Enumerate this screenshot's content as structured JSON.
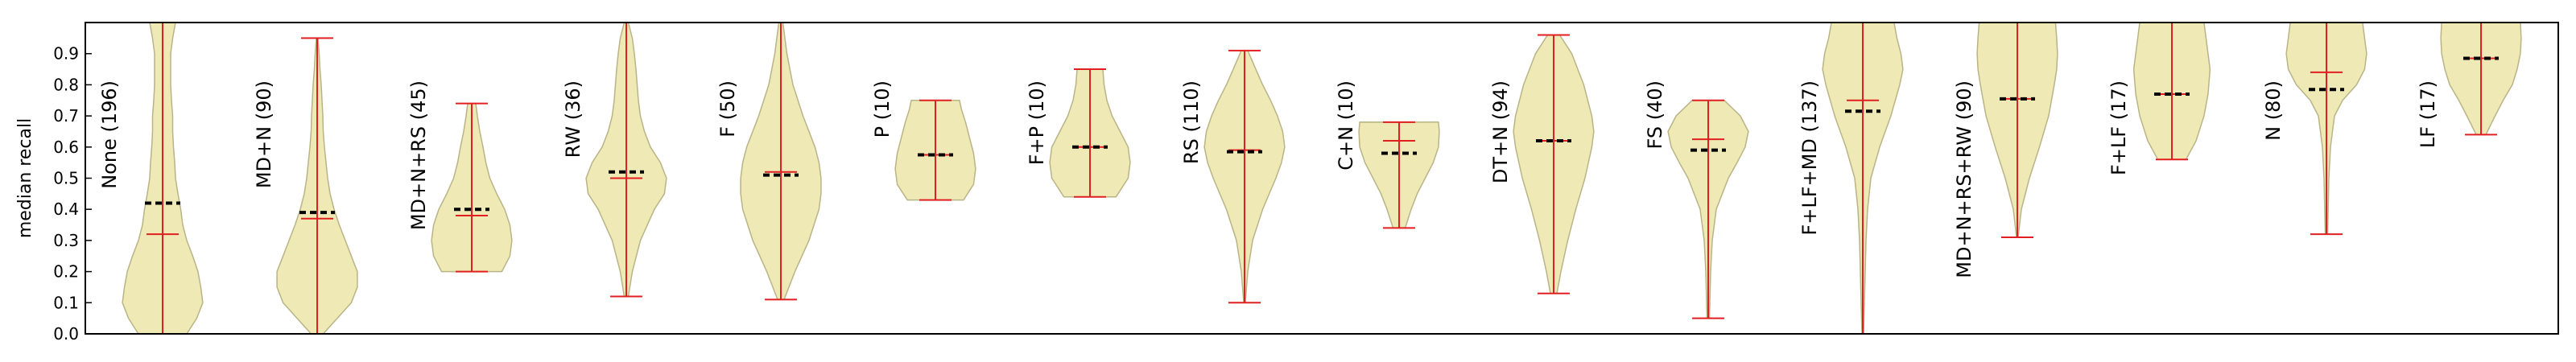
{
  "chart_data": {
    "type": "violin",
    "title": "",
    "ylabel": "median recall",
    "xlabel": "",
    "ylim": [
      0.0,
      1.0
    ],
    "yticks": [
      "0.0",
      "0.1",
      "0.2",
      "0.3",
      "0.4",
      "0.5",
      "0.6",
      "0.7",
      "0.8",
      "0.9"
    ],
    "grid": false,
    "colors": {
      "body": "#efeab5",
      "body_edge": "#b8b487",
      "whisker": "#e02020",
      "median_marker": "#000000",
      "frame": "#000000"
    },
    "categories": [
      {
        "label": "None (196)",
        "min": 0.0,
        "max": 1.0,
        "mean": 0.32,
        "median": 0.42,
        "profile": [
          [
            0.0,
            0.6
          ],
          [
            0.05,
            0.85
          ],
          [
            0.1,
            1.0
          ],
          [
            0.15,
            0.95
          ],
          [
            0.2,
            0.88
          ],
          [
            0.25,
            0.75
          ],
          [
            0.3,
            0.6
          ],
          [
            0.35,
            0.5
          ],
          [
            0.4,
            0.45
          ],
          [
            0.45,
            0.38
          ],
          [
            0.5,
            0.32
          ],
          [
            0.55,
            0.3
          ],
          [
            0.6,
            0.27
          ],
          [
            0.65,
            0.25
          ],
          [
            0.7,
            0.25
          ],
          [
            0.75,
            0.22
          ],
          [
            0.8,
            0.2
          ],
          [
            0.85,
            0.2
          ],
          [
            0.9,
            0.2
          ],
          [
            0.95,
            0.25
          ],
          [
            1.0,
            0.32
          ]
        ]
      },
      {
        "label": "MD+N (90)",
        "min": 0.0,
        "max": 0.95,
        "mean": 0.37,
        "median": 0.39,
        "profile": [
          [
            0.0,
            0.15
          ],
          [
            0.05,
            0.5
          ],
          [
            0.1,
            0.85
          ],
          [
            0.15,
            1.0
          ],
          [
            0.2,
            1.0
          ],
          [
            0.25,
            0.85
          ],
          [
            0.3,
            0.7
          ],
          [
            0.35,
            0.55
          ],
          [
            0.4,
            0.42
          ],
          [
            0.45,
            0.32
          ],
          [
            0.5,
            0.26
          ],
          [
            0.55,
            0.22
          ],
          [
            0.6,
            0.18
          ],
          [
            0.65,
            0.15
          ],
          [
            0.7,
            0.14
          ],
          [
            0.75,
            0.12
          ],
          [
            0.8,
            0.1
          ],
          [
            0.85,
            0.07
          ],
          [
            0.9,
            0.05
          ],
          [
            0.95,
            0.02
          ]
        ]
      },
      {
        "label": "MD+N+RS (45)",
        "min": 0.2,
        "max": 0.74,
        "mean": 0.38,
        "median": 0.4,
        "profile": [
          [
            0.2,
            0.75
          ],
          [
            0.25,
            0.95
          ],
          [
            0.3,
            1.0
          ],
          [
            0.35,
            0.95
          ],
          [
            0.4,
            0.82
          ],
          [
            0.45,
            0.62
          ],
          [
            0.5,
            0.45
          ],
          [
            0.55,
            0.35
          ],
          [
            0.6,
            0.28
          ],
          [
            0.65,
            0.2
          ],
          [
            0.7,
            0.14
          ],
          [
            0.74,
            0.1
          ]
        ]
      },
      {
        "label": "RW (36)",
        "min": 0.12,
        "max": 1.0,
        "mean": 0.5,
        "median": 0.52,
        "profile": [
          [
            0.12,
            0.05
          ],
          [
            0.2,
            0.15
          ],
          [
            0.3,
            0.35
          ],
          [
            0.4,
            0.7
          ],
          [
            0.45,
            0.95
          ],
          [
            0.5,
            1.0
          ],
          [
            0.55,
            0.85
          ],
          [
            0.6,
            0.6
          ],
          [
            0.65,
            0.45
          ],
          [
            0.7,
            0.35
          ],
          [
            0.75,
            0.3
          ],
          [
            0.8,
            0.27
          ],
          [
            0.85,
            0.24
          ],
          [
            0.9,
            0.2
          ],
          [
            0.95,
            0.15
          ],
          [
            1.0,
            0.05
          ]
        ]
      },
      {
        "label": "F (50)",
        "min": 0.11,
        "max": 1.0,
        "mean": 0.52,
        "median": 0.51,
        "profile": [
          [
            0.11,
            0.08
          ],
          [
            0.2,
            0.35
          ],
          [
            0.3,
            0.7
          ],
          [
            0.4,
            0.95
          ],
          [
            0.45,
            1.0
          ],
          [
            0.5,
            1.0
          ],
          [
            0.55,
            0.95
          ],
          [
            0.6,
            0.85
          ],
          [
            0.7,
            0.55
          ],
          [
            0.8,
            0.3
          ],
          [
            0.9,
            0.15
          ],
          [
            1.0,
            0.05
          ]
        ]
      },
      {
        "label": "P (10)",
        "min": 0.43,
        "max": 0.75,
        "mean": 0.575,
        "median": 0.575,
        "profile": [
          [
            0.43,
            0.7
          ],
          [
            0.48,
            0.95
          ],
          [
            0.53,
            1.0
          ],
          [
            0.58,
            0.95
          ],
          [
            0.63,
            0.85
          ],
          [
            0.68,
            0.75
          ],
          [
            0.72,
            0.65
          ],
          [
            0.75,
            0.6
          ]
        ]
      },
      {
        "label": "F+P (10)",
        "min": 0.44,
        "max": 0.85,
        "mean": 0.6,
        "median": 0.6,
        "profile": [
          [
            0.44,
            0.65
          ],
          [
            0.5,
            0.95
          ],
          [
            0.55,
            1.0
          ],
          [
            0.6,
            0.95
          ],
          [
            0.65,
            0.75
          ],
          [
            0.7,
            0.55
          ],
          [
            0.75,
            0.42
          ],
          [
            0.8,
            0.35
          ],
          [
            0.85,
            0.32
          ]
        ]
      },
      {
        "label": "RS (110)",
        "min": 0.1,
        "max": 0.91,
        "mean": 0.59,
        "median": 0.585,
        "profile": [
          [
            0.1,
            0.02
          ],
          [
            0.2,
            0.08
          ],
          [
            0.3,
            0.2
          ],
          [
            0.4,
            0.45
          ],
          [
            0.5,
            0.78
          ],
          [
            0.55,
            0.92
          ],
          [
            0.6,
            1.0
          ],
          [
            0.65,
            0.95
          ],
          [
            0.7,
            0.82
          ],
          [
            0.75,
            0.65
          ],
          [
            0.8,
            0.45
          ],
          [
            0.85,
            0.28
          ],
          [
            0.91,
            0.08
          ]
        ]
      },
      {
        "label": "C+N (10)",
        "min": 0.34,
        "max": 0.68,
        "mean": 0.62,
        "median": 0.58,
        "profile": [
          [
            0.34,
            0.15
          ],
          [
            0.4,
            0.3
          ],
          [
            0.45,
            0.45
          ],
          [
            0.5,
            0.65
          ],
          [
            0.55,
            0.85
          ],
          [
            0.6,
            0.98
          ],
          [
            0.65,
            1.0
          ],
          [
            0.68,
            0.98
          ]
        ]
      },
      {
        "label": "DT+N (94)",
        "min": 0.13,
        "max": 0.96,
        "mean": 0.62,
        "median": 0.62,
        "profile": [
          [
            0.13,
            0.08
          ],
          [
            0.2,
            0.18
          ],
          [
            0.3,
            0.35
          ],
          [
            0.4,
            0.55
          ],
          [
            0.5,
            0.78
          ],
          [
            0.6,
            0.95
          ],
          [
            0.65,
            1.0
          ],
          [
            0.7,
            0.95
          ],
          [
            0.8,
            0.75
          ],
          [
            0.9,
            0.45
          ],
          [
            0.96,
            0.15
          ]
        ]
      },
      {
        "label": "FS (40)",
        "min": 0.05,
        "max": 0.75,
        "mean": 0.625,
        "median": 0.59,
        "profile": [
          [
            0.05,
            0.03
          ],
          [
            0.2,
            0.06
          ],
          [
            0.3,
            0.1
          ],
          [
            0.4,
            0.2
          ],
          [
            0.5,
            0.5
          ],
          [
            0.55,
            0.72
          ],
          [
            0.6,
            0.92
          ],
          [
            0.65,
            1.0
          ],
          [
            0.7,
            0.8
          ],
          [
            0.75,
            0.4
          ]
        ]
      },
      {
        "label": "F+LF+MD (137)",
        "min": 0.0,
        "max": 1.0,
        "mean": 0.75,
        "median": 0.715,
        "profile": [
          [
            0.0,
            0.02
          ],
          [
            0.1,
            0.04
          ],
          [
            0.2,
            0.06
          ],
          [
            0.3,
            0.08
          ],
          [
            0.4,
            0.12
          ],
          [
            0.5,
            0.2
          ],
          [
            0.6,
            0.42
          ],
          [
            0.7,
            0.7
          ],
          [
            0.8,
            0.92
          ],
          [
            0.85,
            1.0
          ],
          [
            0.9,
            0.95
          ],
          [
            0.95,
            0.85
          ],
          [
            1.0,
            0.78
          ]
        ]
      },
      {
        "label": "MD+N+RS+RW (90)",
        "min": 0.31,
        "max": 1.0,
        "mean": 0.755,
        "median": 0.755,
        "profile": [
          [
            0.31,
            0.02
          ],
          [
            0.4,
            0.1
          ],
          [
            0.5,
            0.3
          ],
          [
            0.6,
            0.55
          ],
          [
            0.7,
            0.78
          ],
          [
            0.8,
            0.92
          ],
          [
            0.85,
            0.98
          ],
          [
            0.9,
            1.0
          ],
          [
            0.95,
            0.98
          ],
          [
            1.0,
            0.95
          ]
        ]
      },
      {
        "label": "F+LF (17)",
        "min": 0.56,
        "max": 1.0,
        "mean": 0.77,
        "median": 0.77,
        "profile": [
          [
            0.56,
            0.35
          ],
          [
            0.62,
            0.6
          ],
          [
            0.7,
            0.8
          ],
          [
            0.77,
            0.9
          ],
          [
            0.85,
            0.95
          ],
          [
            0.92,
            0.88
          ],
          [
            1.0,
            0.8
          ]
        ]
      },
      {
        "label": "N (80)",
        "min": 0.32,
        "max": 1.0,
        "mean": 0.84,
        "median": 0.785,
        "profile": [
          [
            0.32,
            0.03
          ],
          [
            0.5,
            0.06
          ],
          [
            0.6,
            0.1
          ],
          [
            0.7,
            0.2
          ],
          [
            0.75,
            0.4
          ],
          [
            0.8,
            0.75
          ],
          [
            0.85,
            0.95
          ],
          [
            0.9,
            1.0
          ],
          [
            0.95,
            0.95
          ],
          [
            1.0,
            0.9
          ]
        ]
      },
      {
        "label": "LF (17)",
        "min": 0.64,
        "max": 1.0,
        "mean": 0.885,
        "median": 0.885,
        "profile": [
          [
            0.64,
            0.12
          ],
          [
            0.7,
            0.35
          ],
          [
            0.75,
            0.55
          ],
          [
            0.8,
            0.78
          ],
          [
            0.85,
            0.9
          ],
          [
            0.9,
            0.98
          ],
          [
            0.95,
            1.0
          ],
          [
            1.0,
            0.98
          ]
        ]
      }
    ]
  }
}
